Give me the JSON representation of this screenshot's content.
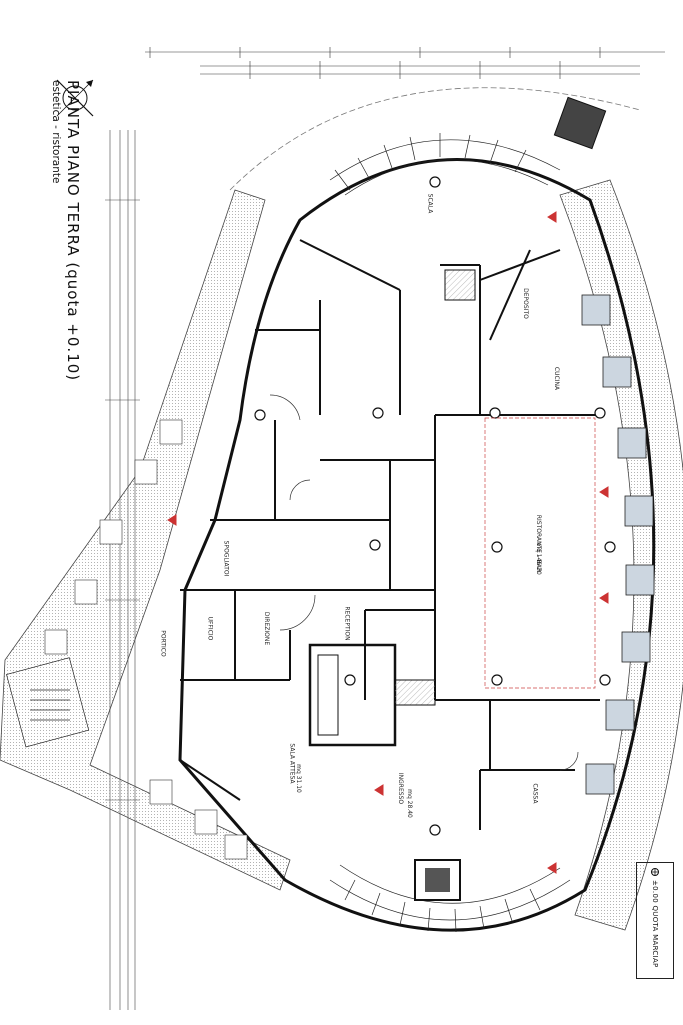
{
  "drawing": {
    "title": "PIANTA PIANO TERRA (quota +0.10)",
    "subtitle": "estetica - ristorante",
    "legend": "±0.00 QUOTA MARCIAP"
  },
  "rooms": [
    {
      "id": "restaurant",
      "label": "RISTORANTE – BAR",
      "sub": "mq 146.20"
    },
    {
      "id": "reception",
      "label": "RECEPTION",
      "sub": ""
    },
    {
      "id": "ingresso",
      "label": "INGRESSO",
      "sub": "mq 28.40"
    },
    {
      "id": "ufficio",
      "label": "UFFICIO",
      "sub": ""
    },
    {
      "id": "direzione",
      "label": "DIREZIONE",
      "sub": ""
    },
    {
      "id": "spogliatoi",
      "label": "SPOGLIATOI",
      "sub": ""
    },
    {
      "id": "sala-attesa",
      "label": "SALA ATTESA",
      "sub": "mq 31.10"
    },
    {
      "id": "portico",
      "label": "PORTICO",
      "sub": ""
    },
    {
      "id": "deposito",
      "label": "DEPOSITO",
      "sub": ""
    },
    {
      "id": "cassa",
      "label": "CASSA",
      "sub": ""
    },
    {
      "id": "scala",
      "label": "SCALA",
      "sub": ""
    },
    {
      "id": "cucina",
      "label": "CUCINA",
      "sub": ""
    }
  ]
}
